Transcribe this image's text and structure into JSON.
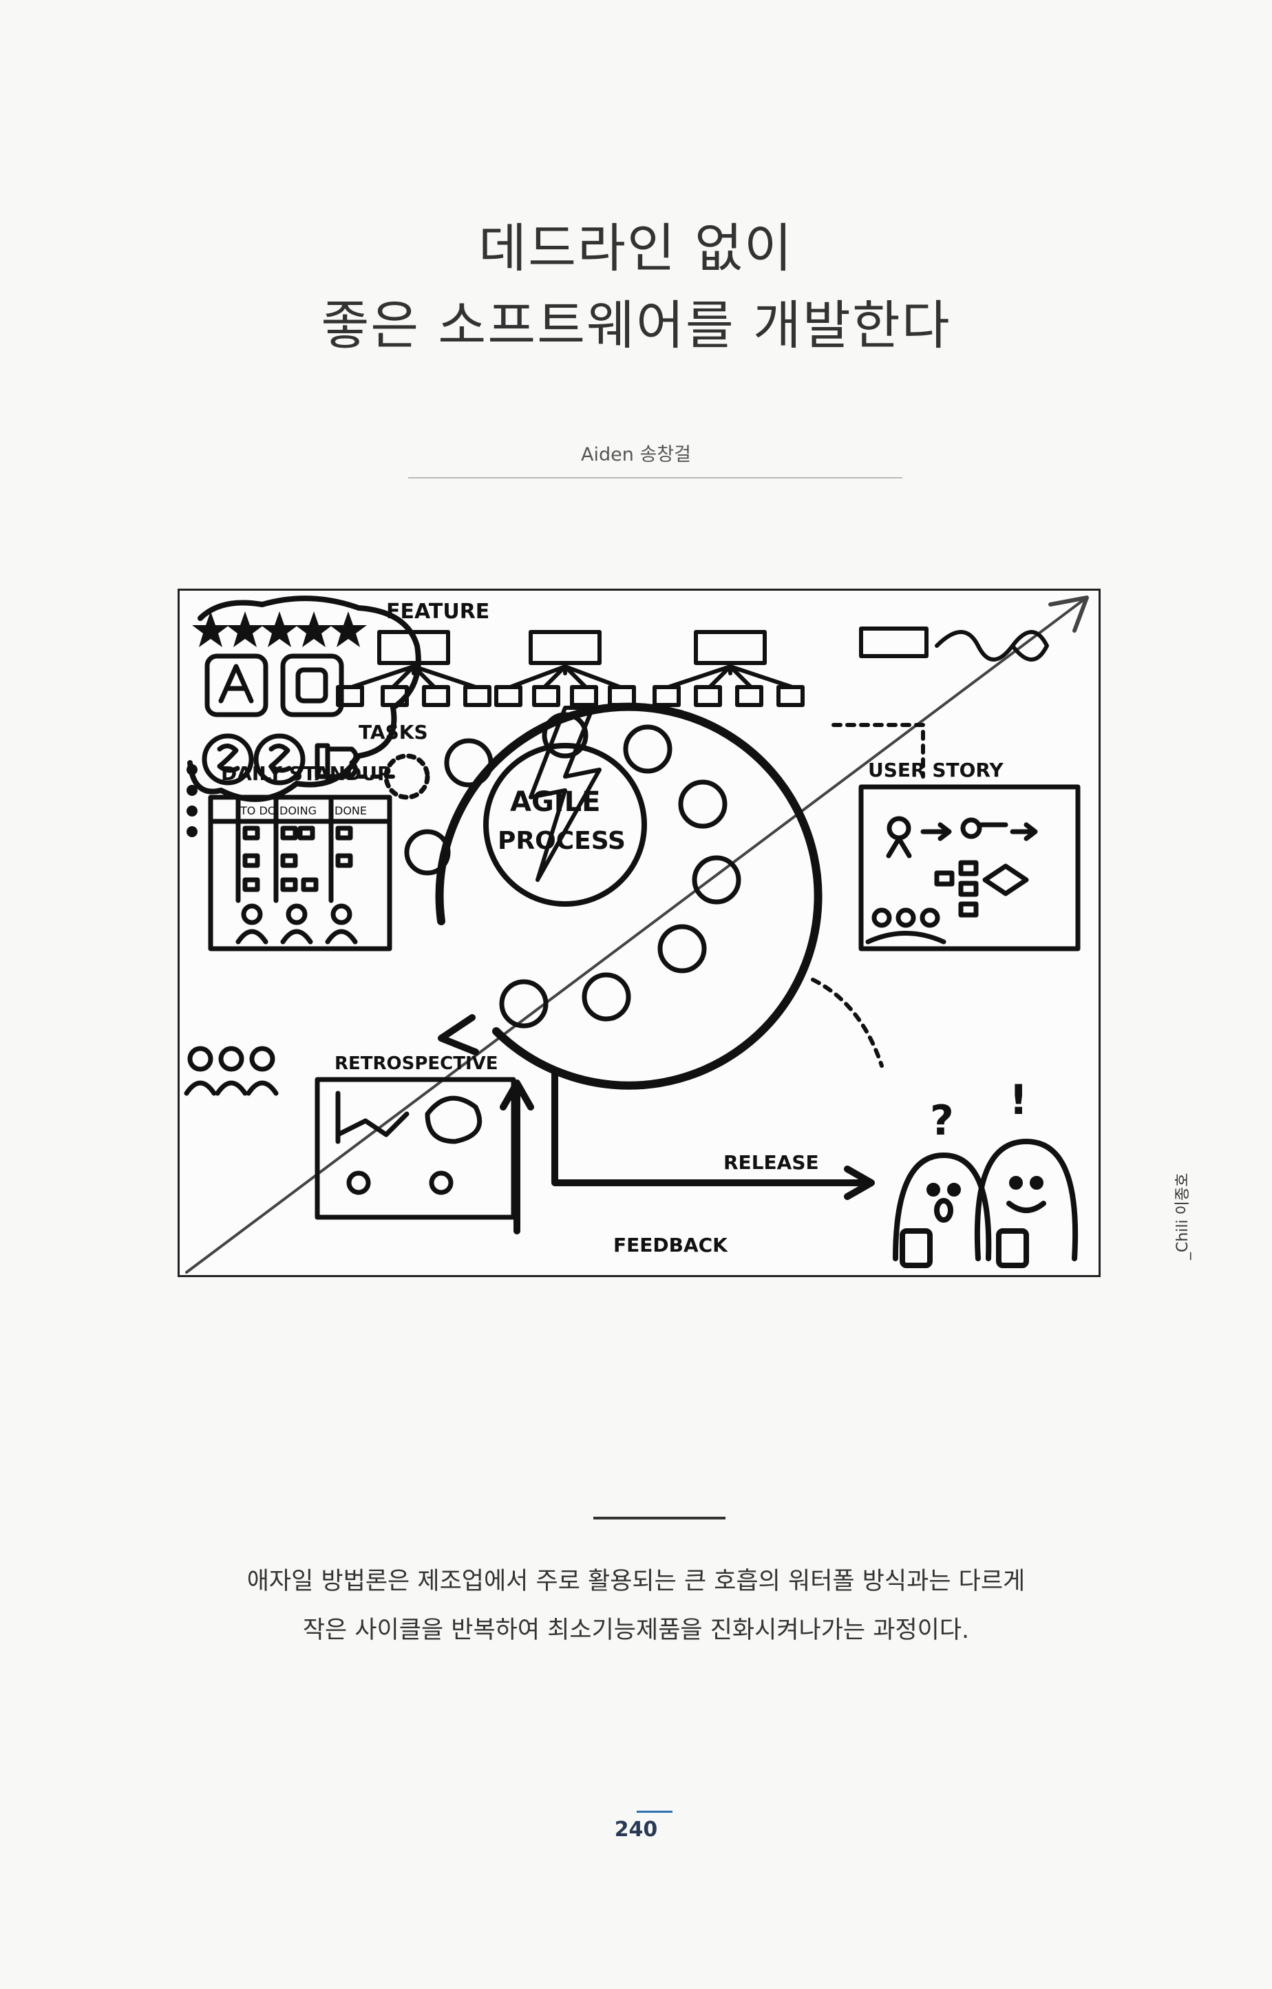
{
  "article": {
    "title_line1": "데드라인 없이",
    "title_line2": "좋은 소프트웨어를 개발한다",
    "author": "Aiden 송창걸"
  },
  "illustration": {
    "credit": "_Chili 이종호",
    "labels": {
      "feature": "FEATURE",
      "tasks": "TASKS",
      "daily_standup": "DAILY STANDUP",
      "todo": "TO DO",
      "doing": "DOING",
      "done": "DONE",
      "user_story": "USER STORY",
      "agile_1": "AGILE",
      "agile_2": "PROCESS",
      "retrospective": "RETROSPECTIVE",
      "release": "RELEASE",
      "feedback": "FEEDBACK",
      "question": "?",
      "exclaim": "!"
    }
  },
  "caption": {
    "line1": "애자일 방법론은 제조업에서 주로 활용되는 큰 호흡의 워터폴 방식과는 다르게",
    "line2": "작은 사이클을 반복하여 최소기능제품을 진화시켜나가는 과정이다."
  },
  "page": {
    "number": "240"
  }
}
